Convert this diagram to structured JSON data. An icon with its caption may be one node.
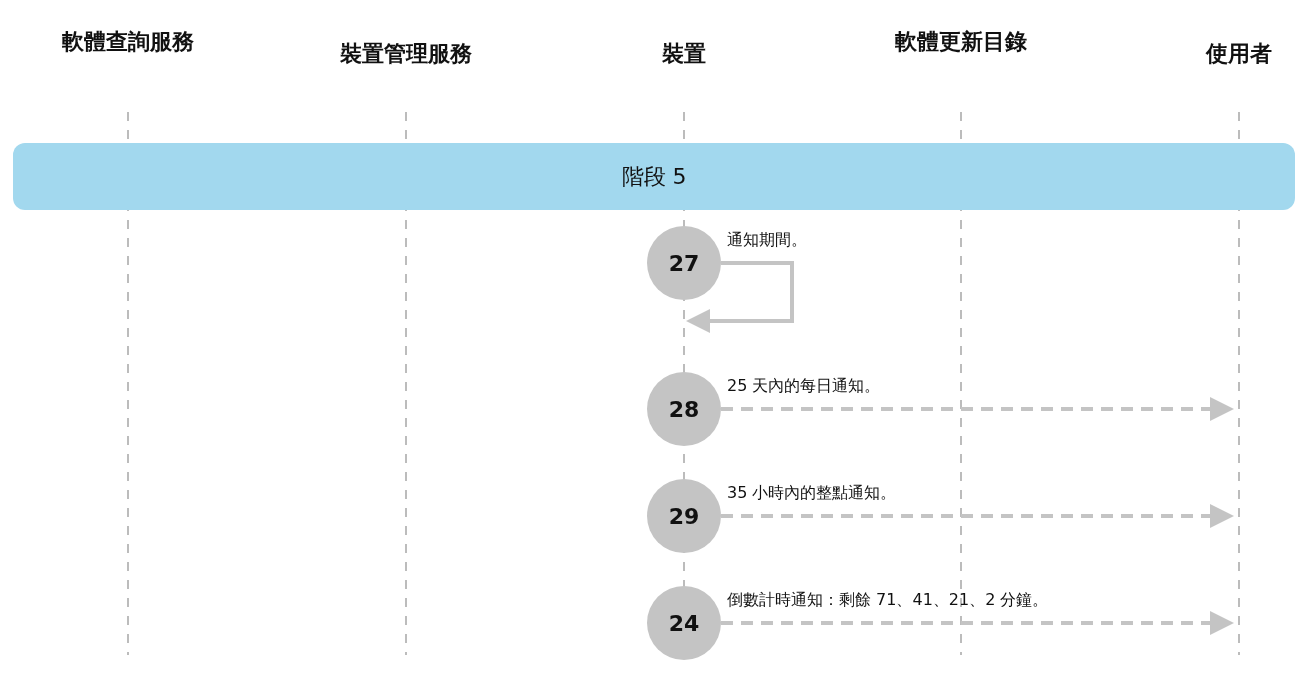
{
  "diagram": {
    "nodes": [
      {
        "text": [
          "軟體查詢服務"
        ]
      },
      {
        "text": [
          "裝置管理服務"
        ]
      },
      {
        "text": [
          "裝置"
        ]
      },
      {
        "text": [
          "軟體更新目錄"
        ]
      },
      {
        "text": [
          "使用者"
        ]
      },
      {
        "text": [
          "階段 5"
        ]
      },
      {
        "text": [
          "27"
        ],
        "beside": [
          "通知期間。"
        ]
      },
      {
        "text": [
          "28"
        ],
        "beside": [
          "25 天內的每日通知。"
        ]
      },
      {
        "text": [
          "29"
        ],
        "beside": [
          "35 小時內的整點通知。"
        ]
      },
      {
        "text": [
          "24"
        ],
        "beside": [
          "倒數計時通知：剩餘 71、41、21、2 分鐘。"
        ]
      }
    ],
    "edges": [
      {
        "from": 6,
        "to": 6,
        "arrow": "to"
      },
      {
        "from": 7,
        "to": null,
        "arrow": "to",
        "style": "dashed"
      },
      {
        "from": 8,
        "to": null,
        "arrow": "to",
        "style": "dashed"
      },
      {
        "from": 9,
        "to": null,
        "arrow": "to",
        "style": "dashed"
      }
    ]
  }
}
